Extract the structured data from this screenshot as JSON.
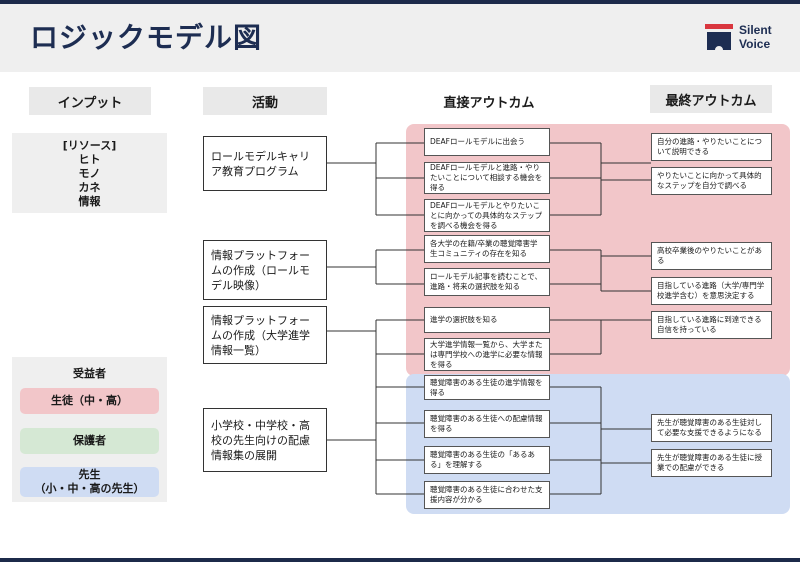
{
  "title": "ロジックモデル図",
  "logo": {
    "line1": "Silent",
    "line2": "Voice"
  },
  "headers": {
    "input": "インプット",
    "activity": "活動",
    "direct": "直接アウトカム",
    "final": "最終アウトカム"
  },
  "resources": [
    "[リソース]",
    "ヒト",
    "モノ",
    "カネ",
    "情報"
  ],
  "beneficiaries": {
    "title": "受益者",
    "students": "生徒（中・高）",
    "guardians": "保護者",
    "teachers_line1": "先生",
    "teachers_line2": "（小・中・高の先生）"
  },
  "activities": [
    "ロールモデルキャリア教育プログラム",
    "情報プラットフォームの作成（ロールモデル映像）",
    "情報プラットフォームの作成（大学進学情報一覧）",
    "小学校・中学校・高校の先生向けの配慮情報集の展開"
  ],
  "direct_outcomes": [
    "DEAFロールモデルに出会う",
    "DEAFロールモデルと進路・やりたいことについて相談する機会を得る",
    "DEAFロールモデルとやりたいことに向かっての具体的なステップを調べる機会を得る",
    "各大学の在籍/卒業の聴覚障害学生コミュニティの存在を知る",
    "ロールモデル記事を読むことで、進路・将来の選択肢を知る",
    "進学の選択肢を知る",
    "大学進学情報一覧から、大学または専門学校への進学に必要な情報を得る",
    "聴覚障害のある生徒の進学情報を得る",
    "聴覚障害のある生徒への配慮情報を得る",
    "聴覚障害のある生徒の「あるある」を理解する",
    "聴覚障害のある生徒に合わせた支援内容が分かる"
  ],
  "final_outcomes": [
    "自分の進路・やりたいことについて説明できる",
    "やりたいことに向かって具体的なステップを自分で調べる",
    "高校卒業後のやりたいことがある",
    "目指している進路（大学/専門学校進学含む）を意思決定する",
    "目指している進路に到達できる自信を持っている",
    "先生が聴覚障害のある生徒対して必要な支援できるようになる",
    "先生が聴覚障害のある生徒に授業での配慮ができる"
  ],
  "colors": {
    "title": "#1d2d52",
    "red_zone": "#f2c6c9",
    "blue_zone": "#cfdcf3",
    "green_pill": "#d5e8d4",
    "logo_red": "#d9363e"
  }
}
